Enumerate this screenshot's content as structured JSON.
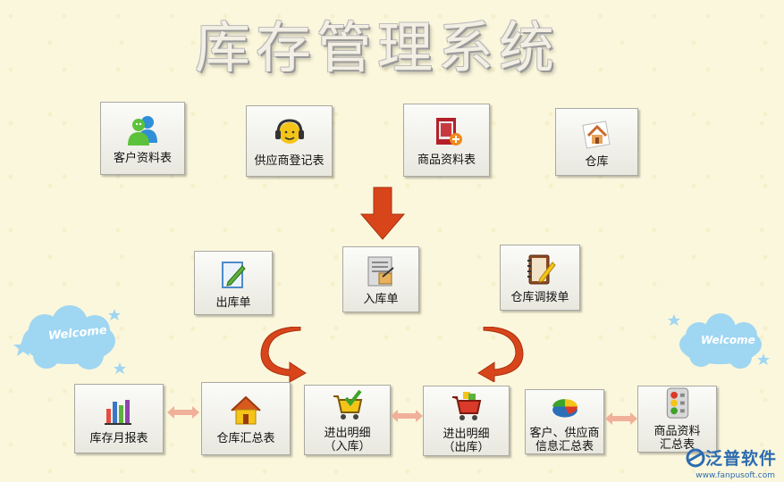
{
  "title": "库存管理系统",
  "buttons": {
    "customer_info": "客户资料表",
    "supplier_register": "供应商登记表",
    "product_info": "商品资料表",
    "warehouse": "仓库",
    "stock_out": "出库单",
    "stock_in": "入库单",
    "warehouse_transfer": "仓库调拨单",
    "monthly_report": "库存月报表",
    "warehouse_summary": "仓库汇总表",
    "detail_in": "进出明细\n（入库）",
    "detail_out": "进出明细\n（出库）",
    "customer_supplier_summary": "客户、供应商\n信息汇总表",
    "product_summary": "商品资料\n汇总表"
  },
  "welcome_text": "Welcome",
  "logo": {
    "name": "泛普软件",
    "url": "www.fanpusoft.com"
  },
  "colors": {
    "arrow": "#d9451b",
    "double_arrow": "#f0b09a",
    "cloud": "#9fd6f2"
  }
}
